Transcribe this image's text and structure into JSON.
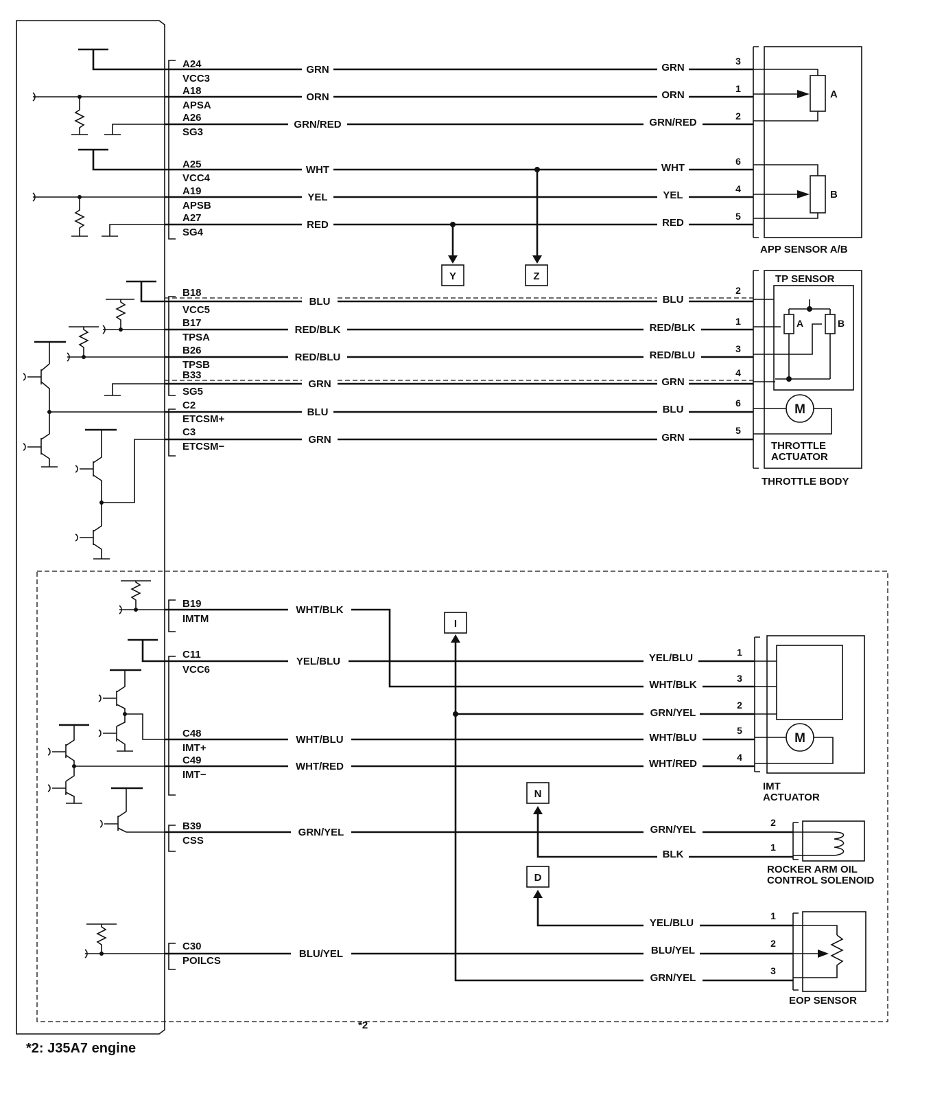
{
  "ecm_terminals": [
    {
      "pin": "A24",
      "signal": "VCC3"
    },
    {
      "pin": "A18",
      "signal": "APSA"
    },
    {
      "pin": "A26",
      "signal": "SG3"
    },
    {
      "pin": "A25",
      "signal": "VCC4"
    },
    {
      "pin": "A19",
      "signal": "APSB"
    },
    {
      "pin": "A27",
      "signal": "SG4"
    },
    {
      "pin": "B18",
      "signal": "VCC5"
    },
    {
      "pin": "B17",
      "signal": "TPSA"
    },
    {
      "pin": "B26",
      "signal": "TPSB"
    },
    {
      "pin": "B33",
      "signal": "SG5"
    },
    {
      "pin": "C2",
      "signal": "ETCSM+"
    },
    {
      "pin": "C3",
      "signal": "ETCSM−"
    },
    {
      "pin": "B19",
      "signal": "IMTM"
    },
    {
      "pin": "C11",
      "signal": "VCC6"
    },
    {
      "pin": "C48",
      "signal": "IMT+"
    },
    {
      "pin": "C49",
      "signal": "IMT−"
    },
    {
      "pin": "B39",
      "signal": "CSS"
    },
    {
      "pin": "C30",
      "signal": "POILCS"
    }
  ],
  "wires": [
    {
      "near": "GRN",
      "far": "GRN",
      "pin": "3"
    },
    {
      "near": "ORN",
      "far": "ORN",
      "pin": "1"
    },
    {
      "near": "GRN/RED",
      "far": "GRN/RED",
      "pin": "2"
    },
    {
      "near": "WHT",
      "far": "WHT",
      "pin": "6"
    },
    {
      "near": "YEL",
      "far": "YEL",
      "pin": "4"
    },
    {
      "near": "RED",
      "far": "RED",
      "pin": "5"
    },
    {
      "near": "BLU",
      "far": "BLU",
      "pin": "2"
    },
    {
      "near": "RED/BLK",
      "far": "RED/BLK",
      "pin": "1"
    },
    {
      "near": "RED/BLU",
      "far": "RED/BLU",
      "pin": "3"
    },
    {
      "near": "GRN",
      "far": "GRN",
      "pin": "4"
    },
    {
      "near": "BLU",
      "far": "BLU",
      "pin": "6"
    },
    {
      "near": "GRN",
      "far": "GRN",
      "pin": "5"
    },
    {
      "near": "WHT/BLK",
      "far": "WHT/BLK",
      "pin": "3"
    },
    {
      "near": "YEL/BLU",
      "far": "YEL/BLU",
      "pin": "1"
    },
    {
      "near": "WHT/BLU",
      "far": "WHT/BLU",
      "pin": "5"
    },
    {
      "near": "WHT/RED",
      "far": "WHT/RED",
      "pin": "4"
    },
    {
      "near": "GRN/YEL",
      "far": "GRN/YEL",
      "pin": "2"
    },
    {
      "near": "BLU/YEL",
      "far": "BLU/YEL",
      "pin": "2"
    }
  ],
  "extra_wires": [
    {
      "color": "GRN/YEL",
      "pin": "2"
    },
    {
      "color": "BLK",
      "pin": "1"
    },
    {
      "color": "YEL/BLU",
      "pin": "1"
    },
    {
      "color": "GRN/YEL",
      "pin": "3"
    }
  ],
  "connectors": [
    "Y",
    "Z",
    "I",
    "N",
    "D"
  ],
  "components": {
    "app_sensor": "APP SENSOR A/B",
    "app_a": "A",
    "app_b": "B",
    "tp_sensor": "TP SENSOR",
    "tp_a": "A",
    "tp_b": "B",
    "motor_symbol": "M",
    "throttle_actuator_1": "THROTTLE",
    "throttle_actuator_2": "ACTUATOR",
    "throttle_body": "THROTTLE BODY",
    "imt_actuator_1": "IMT",
    "imt_actuator_2": "ACTUATOR",
    "imt_motor_symbol": "M",
    "rocker_1": "ROCKER ARM OIL",
    "rocker_2": "CONTROL SOLENOID",
    "eop_sensor": "EOP SENSOR"
  },
  "footnote_mark": "*2",
  "footnote": "*2: J35A7 engine"
}
